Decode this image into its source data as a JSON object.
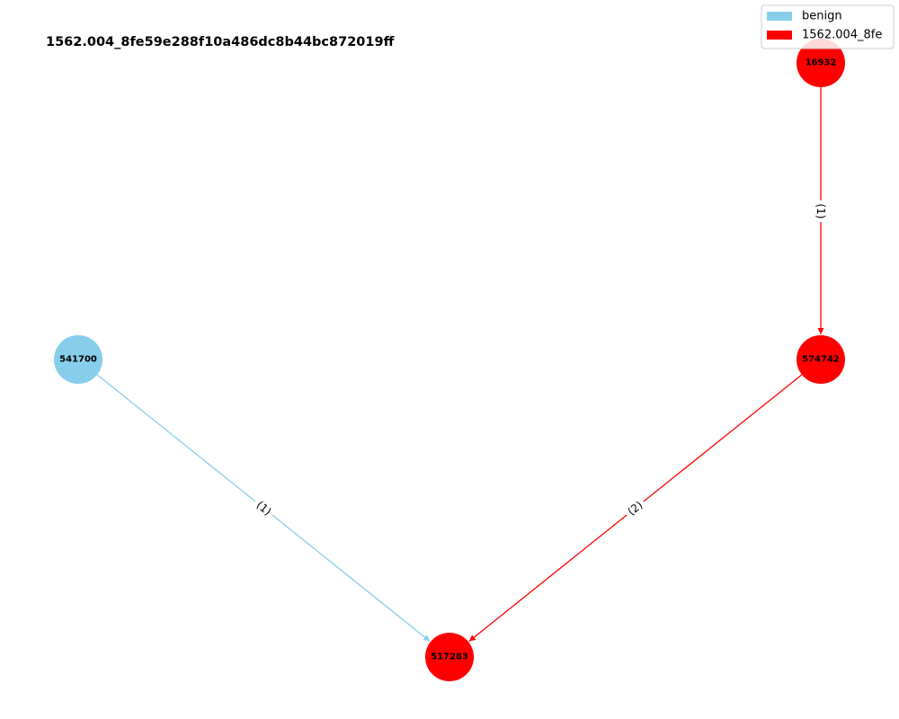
{
  "title": "1562.004_8fe59e288f10a486dc8b44bc872019ff",
  "colors": {
    "benign": "#87CEEB",
    "malicious": "#FF0000"
  },
  "legend": {
    "items": [
      {
        "label": "benign",
        "color": "#87CEEB"
      },
      {
        "label": "1562.004_8fe",
        "color": "#FF0000"
      }
    ]
  },
  "nodes": [
    {
      "id": "16932",
      "label": "16932",
      "class": "malicious"
    },
    {
      "id": "574742",
      "label": "574742",
      "class": "malicious"
    },
    {
      "id": "541700",
      "label": "541700",
      "class": "benign"
    },
    {
      "id": "517283",
      "label": "517283",
      "class": "malicious"
    }
  ],
  "edges": [
    {
      "source": "16932",
      "target": "574742",
      "label": "(1)",
      "class": "malicious"
    },
    {
      "source": "574742",
      "target": "517283",
      "label": "(2)",
      "class": "malicious"
    },
    {
      "source": "541700",
      "target": "517283",
      "label": "(1)",
      "class": "benign"
    }
  ]
}
